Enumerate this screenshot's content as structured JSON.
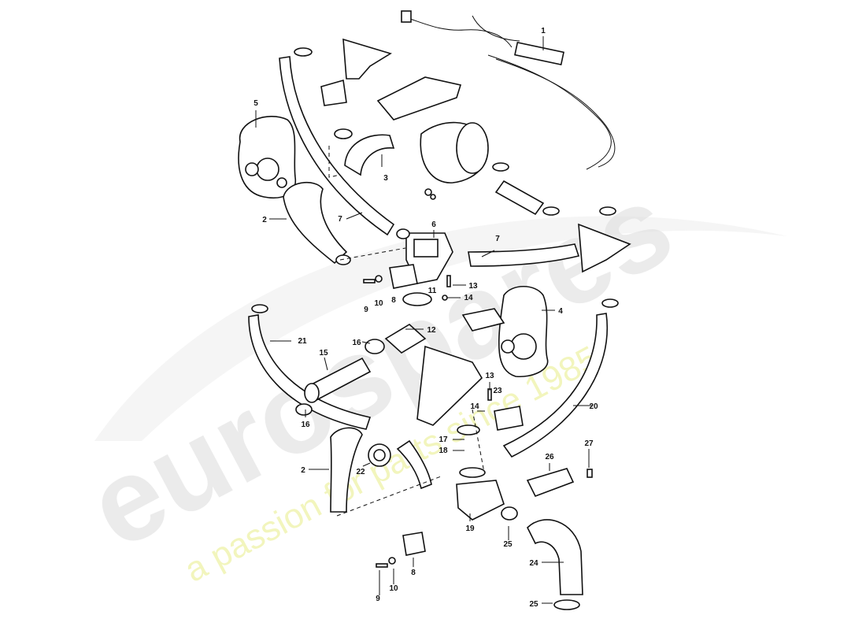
{
  "watermark": {
    "brand": "eurospares",
    "tagline": "a passion for parts since 1985",
    "brand_color": "#d9d9d9",
    "tagline_color": "#eef2a8"
  },
  "callouts": [
    {
      "id": "c1",
      "text": "1"
    },
    {
      "id": "c2a",
      "text": "2"
    },
    {
      "id": "c2b",
      "text": "2"
    },
    {
      "id": "c3",
      "text": "3"
    },
    {
      "id": "c4",
      "text": "4"
    },
    {
      "id": "c5",
      "text": "5"
    },
    {
      "id": "c6",
      "text": "6"
    },
    {
      "id": "c7a",
      "text": "7"
    },
    {
      "id": "c7b",
      "text": "7"
    },
    {
      "id": "c8a",
      "text": "8"
    },
    {
      "id": "c8b",
      "text": "8"
    },
    {
      "id": "c9a",
      "text": "9"
    },
    {
      "id": "c9b",
      "text": "9"
    },
    {
      "id": "c10a",
      "text": "10"
    },
    {
      "id": "c10b",
      "text": "10"
    },
    {
      "id": "c11",
      "text": "11"
    },
    {
      "id": "c12",
      "text": "12"
    },
    {
      "id": "c13a",
      "text": "13"
    },
    {
      "id": "c13b",
      "text": "13"
    },
    {
      "id": "c14a",
      "text": "14"
    },
    {
      "id": "c14b",
      "text": "14"
    },
    {
      "id": "c15",
      "text": "15"
    },
    {
      "id": "c16a",
      "text": "16"
    },
    {
      "id": "c16b",
      "text": "16"
    },
    {
      "id": "c17",
      "text": "17"
    },
    {
      "id": "c18",
      "text": "18"
    },
    {
      "id": "c19",
      "text": "19"
    },
    {
      "id": "c20",
      "text": "20"
    },
    {
      "id": "c21",
      "text": "21"
    },
    {
      "id": "c22",
      "text": "22"
    },
    {
      "id": "c23",
      "text": "23"
    },
    {
      "id": "c24",
      "text": "24"
    },
    {
      "id": "c25a",
      "text": "25"
    },
    {
      "id": "c25b",
      "text": "25"
    },
    {
      "id": "c26",
      "text": "26"
    },
    {
      "id": "c27",
      "text": "27"
    }
  ]
}
